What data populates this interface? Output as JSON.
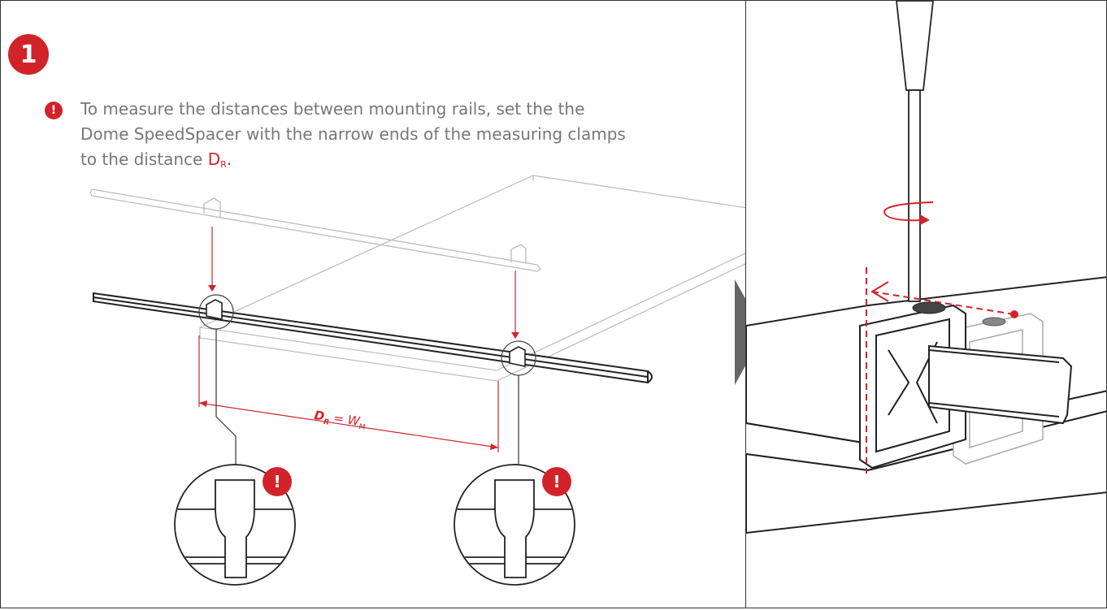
{
  "step": {
    "number": "1"
  },
  "warning": {
    "symbol": "!"
  },
  "instruction": {
    "line1": "To measure the distances between mounting rails, set the the",
    "line2": "Dome SpeedSpacer with the narrow ends of the measuring clamps",
    "line3_prefix": "to the distance ",
    "dr_main": "D",
    "dr_sub": "R",
    "line3_suffix": "."
  },
  "dimension": {
    "d_main": "D",
    "d_sub": "R",
    "equals": " = ",
    "w_main": "W",
    "w_sub": "M"
  },
  "colors": {
    "accent": "#d2232a",
    "line": "#222222",
    "faint": "#bbbbbb"
  },
  "icons": {
    "direction_arrow": "play-arrow-icon",
    "rotation": "rotate-arrow-icon",
    "screwdriver": "screwdriver-icon"
  }
}
